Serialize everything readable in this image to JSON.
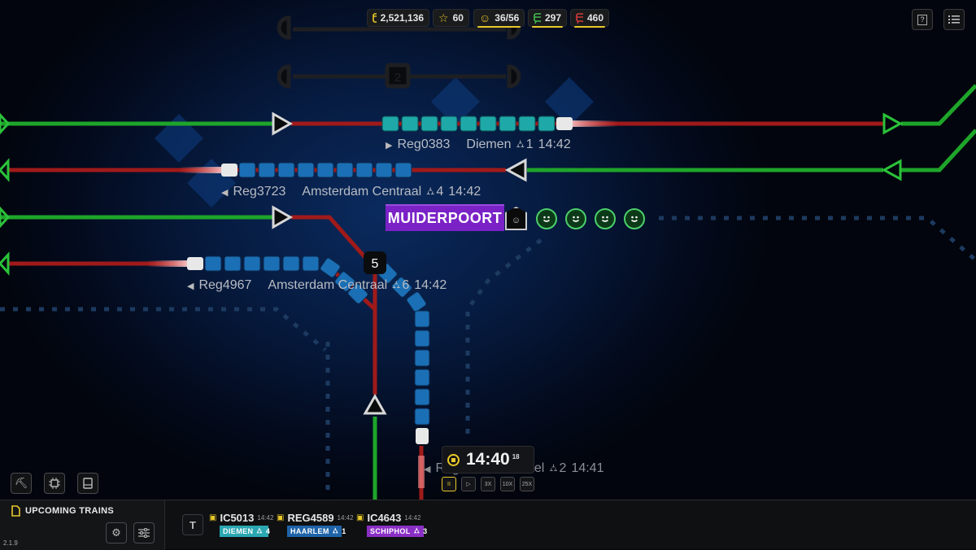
{
  "hud": {
    "money": "2,521,136",
    "stars": "60",
    "satisfaction": "36/56",
    "trains_green": "297",
    "trains_red": "460",
    "colors": {
      "money": "#e8c92a",
      "stars": "#e8c92a",
      "satisfaction": "#e8c92a",
      "trains_green": "#3fbf4f",
      "trains_red": "#d63a3a"
    }
  },
  "top_right": {
    "help_label": "?",
    "menu_icon": "list-icon"
  },
  "map": {
    "platform_number": "5",
    "ghost_platform_number": "2",
    "station": {
      "name": "Muiderpoort",
      "color": "#7a22c6",
      "happy_passengers": 4
    },
    "trains": [
      {
        "id": "Reg0383",
        "destination": "Diemen",
        "platform": "1",
        "time": "14:42",
        "direction": "right",
        "color": "#1fa8a8"
      },
      {
        "id": "Reg3723",
        "destination": "Amsterdam Centraal",
        "platform": "4",
        "time": "14:42",
        "direction": "left",
        "color": "#1b6fb5"
      },
      {
        "id": "Reg4967",
        "destination": "Amsterdam Centraal",
        "platform": "6",
        "time": "14:42",
        "direction": "left",
        "color": "#1b6fb5"
      },
      {
        "id": "Reg0353",
        "destination": "Amstel",
        "platform": "2",
        "time": "14:41",
        "direction": "left",
        "color": "#1b6fb5"
      }
    ]
  },
  "clock": {
    "time": "14:40",
    "seconds": "18",
    "speeds": [
      "II",
      "▷",
      "3X",
      "10X",
      "25X"
    ],
    "active_speed": 0
  },
  "tools": [
    {
      "name": "construction-icon"
    },
    {
      "name": "chip-icon"
    },
    {
      "name": "book-icon"
    }
  ],
  "upcoming": {
    "title": "UPCOMING TRAINS",
    "version": "2.1.9",
    "filter_label": "T",
    "trains": [
      {
        "id": "IC5013",
        "time": "14:42",
        "destination": "Diemen",
        "platform": "4",
        "color": "#2aa7b0"
      },
      {
        "id": "REG4589",
        "time": "14:42",
        "destination": "Haarlem",
        "platform": "1",
        "color": "#1f64a8"
      },
      {
        "id": "IC4643",
        "time": "14:42",
        "destination": "Schiphol",
        "platform": "3",
        "color": "#8a2fc4"
      }
    ]
  }
}
